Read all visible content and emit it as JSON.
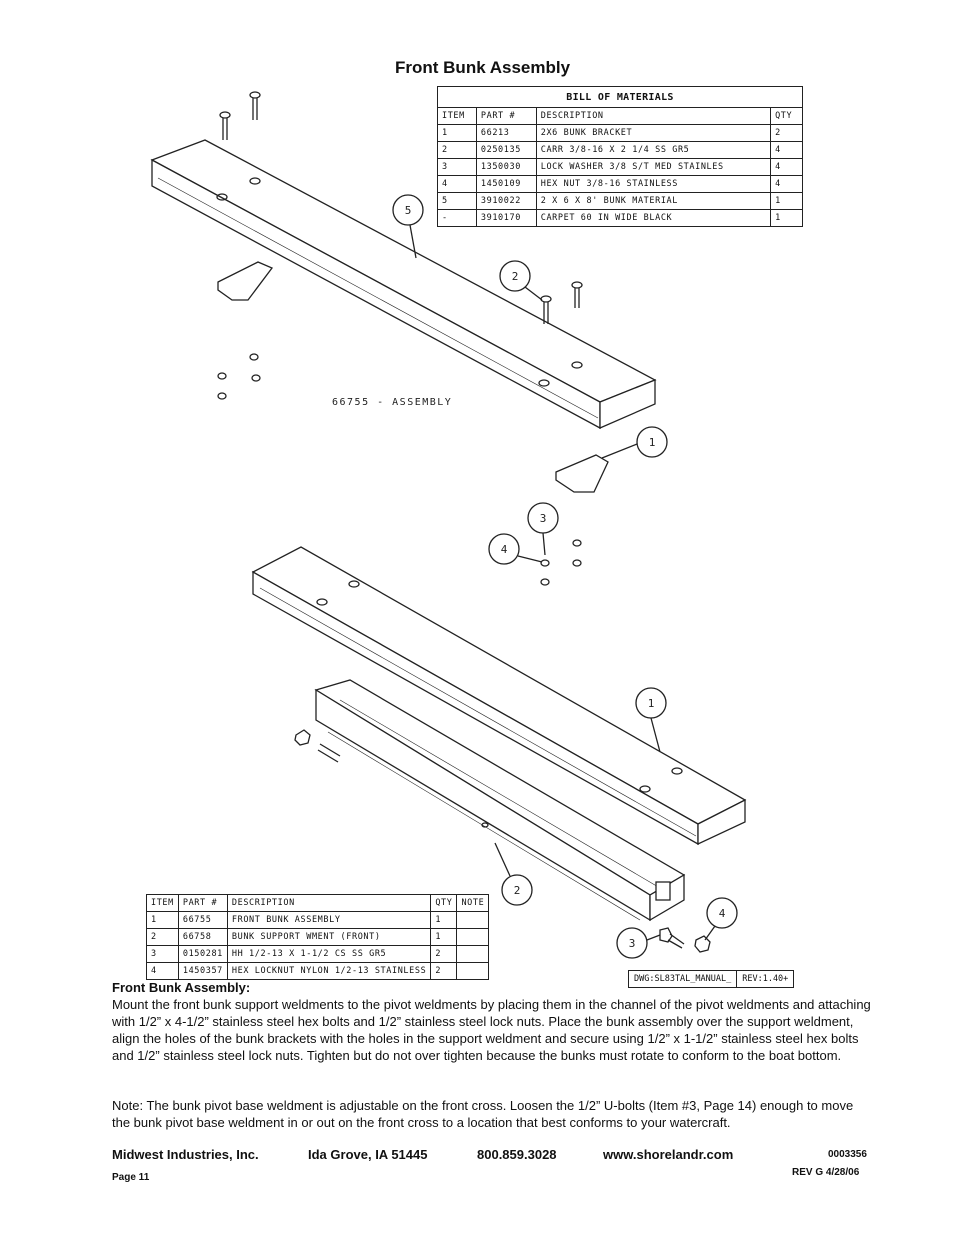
{
  "title": "Front Bunk Assembly",
  "bom_top": {
    "header": "BILL OF MATERIALS",
    "columns": [
      "ITEM",
      "PART #",
      "DESCRIPTION",
      "QTY"
    ],
    "rows": [
      [
        "1",
        "66213",
        "2X6 BUNK BRACKET",
        "2"
      ],
      [
        "2",
        "0250135",
        "CARR 3/8-16 X 2 1/4 SS GR5",
        "4"
      ],
      [
        "3",
        "1350030",
        "LOCK WASHER 3/8 S/T MED STAINLES",
        "4"
      ],
      [
        "4",
        "1450109",
        "HEX NUT 3/8-16 STAINLESS",
        "4"
      ],
      [
        "5",
        "3910022",
        "2 X 6 X 8' BUNK MATERIAL",
        "1"
      ],
      [
        "-",
        "3910170",
        "CARPET 60 IN WIDE BLACK",
        "1"
      ]
    ]
  },
  "bom_bottom": {
    "columns": [
      "ITEM",
      "PART #",
      "DESCRIPTION",
      "QTY",
      "NOTE"
    ],
    "rows": [
      [
        "1",
        "66755",
        "FRONT BUNK ASSEMBLY",
        "1",
        ""
      ],
      [
        "2",
        "66758",
        "BUNK SUPPORT WMENT (FRONT)",
        "1",
        ""
      ],
      [
        "3",
        "0150281",
        "HH 1/2-13 X 1-1/2 CS SS GR5",
        "2",
        ""
      ],
      [
        "4",
        "1450357",
        "HEX LOCKNUT NYLON 1/2-13 STAINLESS",
        "2",
        ""
      ]
    ]
  },
  "drawing": {
    "assembly_label": "66755 - ASSEMBLY",
    "callouts_top": [
      "5",
      "2",
      "1",
      "3",
      "4"
    ],
    "callouts_bottom": [
      "1",
      "2",
      "3",
      "4"
    ],
    "dwg": "DWG:SL83TAL_MANUAL_",
    "rev": "REV:1.40+"
  },
  "section_heading": "Front Bunk Assembly:",
  "paragraph1": "Mount the front bunk support weldments to the pivot weldments by placing them in the channel of the pivot weldments and attaching with 1/2” x 4-1/2” stainless steel hex bolts and 1/2” stainless steel lock nuts. Place the bunk assembly over the support weldment, align the holes of the bunk brackets with the holes in the support weldment and secure using 1/2” x 1-1/2” stainless steel hex bolts and 1/2” stainless steel lock nuts. Tighten but do not over tighten because the bunks must rotate to conform to the boat bottom.",
  "paragraph2": "Note: The bunk pivot base weldment is adjustable on the front cross. Loosen the 1/2” U-bolts (Item #3, Page 14) enough to move the bunk pivot base weldment in or out on the front cross to a location that best conforms to your watercraft.",
  "footer": {
    "company": "Midwest Industries, Inc.",
    "city": "Ida Grove, IA  51445",
    "phone": "800.859.3028",
    "website": "www.shorelandr.com",
    "doc_number": "0003356",
    "page": "Page 11",
    "revision": "REV G  4/28/06"
  }
}
